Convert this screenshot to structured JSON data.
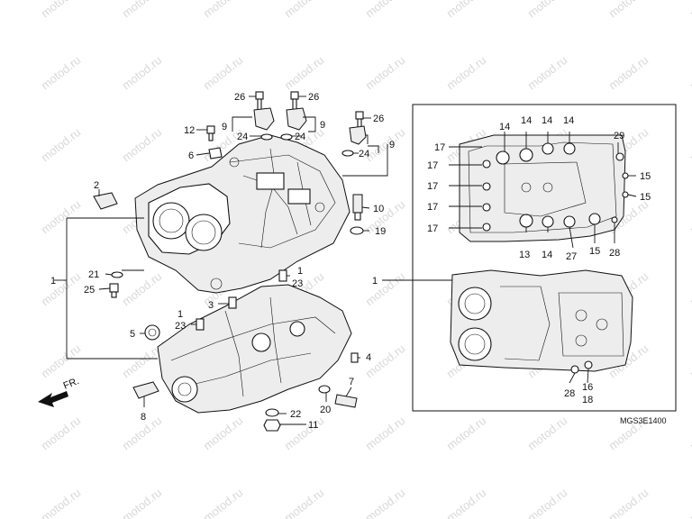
{
  "watermark": "motod.ru",
  "diagram_code": "MGS3E1400",
  "front_indicator": "FR.",
  "callouts": {
    "c1_left": "1",
    "c1_right": "1",
    "c1_upper": "1",
    "c1_lower": "1",
    "c2": "2",
    "c3": "3",
    "c4": "4",
    "c5": "5",
    "c6": "6",
    "c7": "7",
    "c8": "8",
    "c9_a": "9",
    "c9_b": "9",
    "c9_c": "9",
    "c10": "10",
    "c11": "11",
    "c12": "12",
    "c13": "13",
    "c14_a": "14",
    "c14_b": "14",
    "c14_c": "14",
    "c14_d": "14",
    "c14_e": "14",
    "c15_a": "15",
    "c15_b": "15",
    "c15_c": "15",
    "c16": "16",
    "c17_a": "17",
    "c17_b": "17",
    "c17_c": "17",
    "c17_d": "17",
    "c17_e": "17",
    "c18": "18",
    "c19": "19",
    "c20": "20",
    "c21": "21",
    "c22": "22",
    "c23_upper": "23",
    "c23_lower": "23",
    "c24_a": "24",
    "c24_b": "24",
    "c24_c": "24",
    "c25": "25",
    "c26_a": "26",
    "c26_b": "26",
    "c26_c": "26",
    "c27": "27",
    "c28_a": "28",
    "c28_b": "28",
    "c29": "29"
  }
}
